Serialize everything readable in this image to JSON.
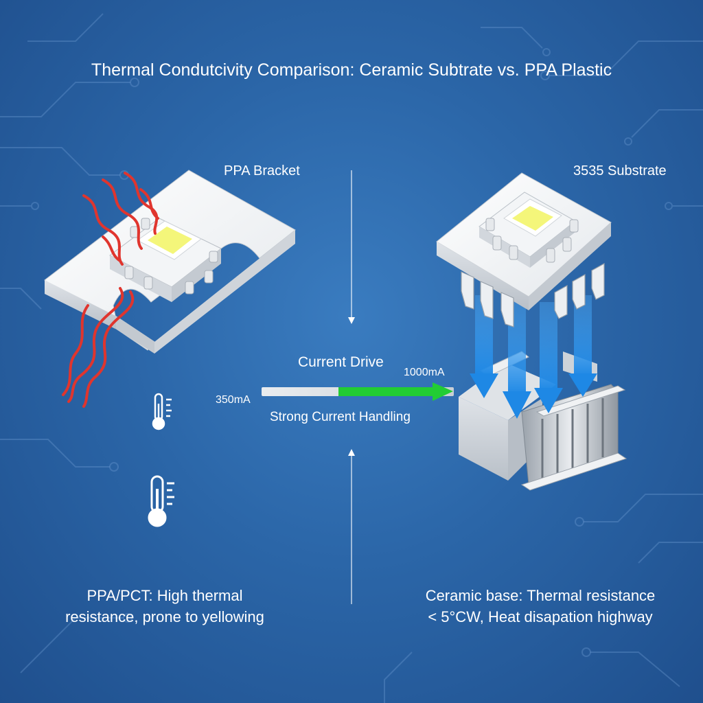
{
  "title": "Thermal Condutcivity Comparison: Ceramic Subtrate vs. PPA Plastic",
  "left_label": "PPA Bracket",
  "right_label": "3535 Substrate",
  "current": {
    "heading": "Current Drive",
    "low_value": "350mA",
    "high_value": "1000mA",
    "subheading": "Strong Current Handling",
    "fill_fraction": 0.55
  },
  "captions": {
    "left_line1": "PPA/PCT: High thermal",
    "left_line2": "resistance, prone to yellowing",
    "right_line1": "Ceramic base: Thermal resistance",
    "right_line2": "< 5°CW, Heat disapation highway"
  },
  "icons": [
    "thermometer-icon",
    "heat-wave-icon",
    "heat-flow-arrow-icon",
    "heatsink-icon"
  ],
  "colors": {
    "background": "#2b66a8",
    "heat": "#e0352e",
    "flow": "#1f8fe8",
    "bar_green": "#22cc33",
    "bar_gray": "#d8dde2",
    "led": "#f4f67a"
  }
}
